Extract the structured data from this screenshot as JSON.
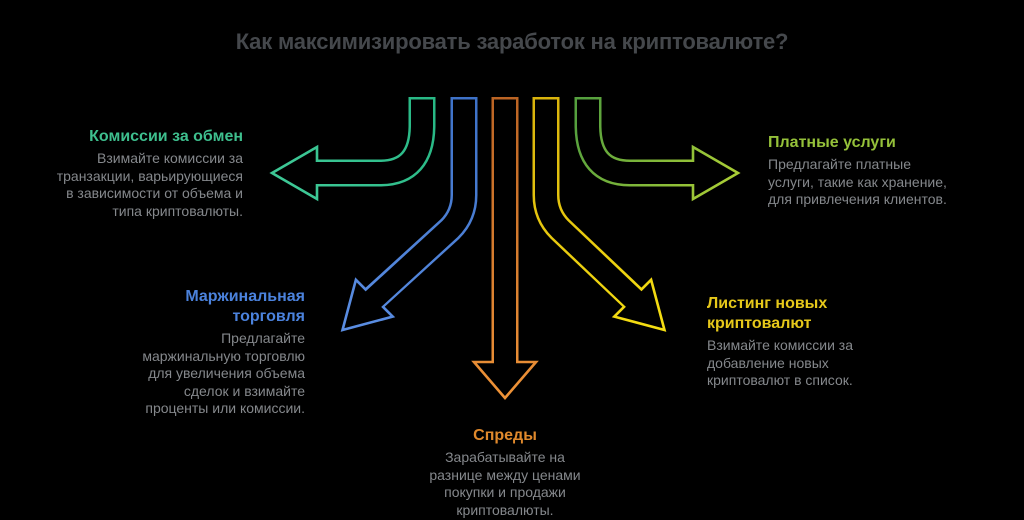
{
  "title": "Как максимизировать заработок на криптовалюте?",
  "items": [
    {
      "id": "exchange-fees",
      "label": "Комиссии за обмен",
      "description": "Взимайте комиссии за\nтранзакции, варьирующиеся\nв зависимости от объема и\nтипа криптовалюты.",
      "color": "#3ebf8e",
      "arrow_direction": "left"
    },
    {
      "id": "margin-trading",
      "label": "Маржинальная\nторговля",
      "description": "Предлагайте\nмаржинальную торговлю\nдля увеличения объема\nсделок и взимайте\nпроценты или комиссии.",
      "color": "#4b82dc",
      "arrow_direction": "down-left"
    },
    {
      "id": "spreads",
      "label": "Спреды",
      "description": "Зарабатывайте на\nразнице между ценами\nпокупки и продажи\nкриптовалюты.",
      "color": "#e0892c",
      "arrow_direction": "down"
    },
    {
      "id": "listing-new-cryptocurrencies",
      "label": "Листинг новых\nкриптовалют",
      "description": "Взимайте комиссии за\nдобавление новых\nкриптовалют в список.",
      "color": "#e6c81a",
      "arrow_direction": "down-right"
    },
    {
      "id": "paid-services",
      "label": "Платные услуги",
      "description": "Предлагайте платные\nуслуги, такие как хранение,\nдля привлечения клиентов.",
      "color": "#95c13a",
      "arrow_direction": "right"
    }
  ],
  "colors": {
    "background": "#000000",
    "title_text": "#45484c",
    "description_text": "#85888c",
    "arrow_green_start": "#28b885",
    "arrow_green_end": "#3dc795",
    "arrow_blue_start": "#3e72c8",
    "arrow_blue_end": "#5a8de2",
    "arrow_orange_start": "#bb6424",
    "arrow_orange_end": "#ee9237",
    "arrow_yellow_start": "#d9b30c",
    "arrow_yellow_end": "#f5de12",
    "arrow_lime_start": "#55a03e",
    "arrow_lime_end": "#a9cd36"
  }
}
